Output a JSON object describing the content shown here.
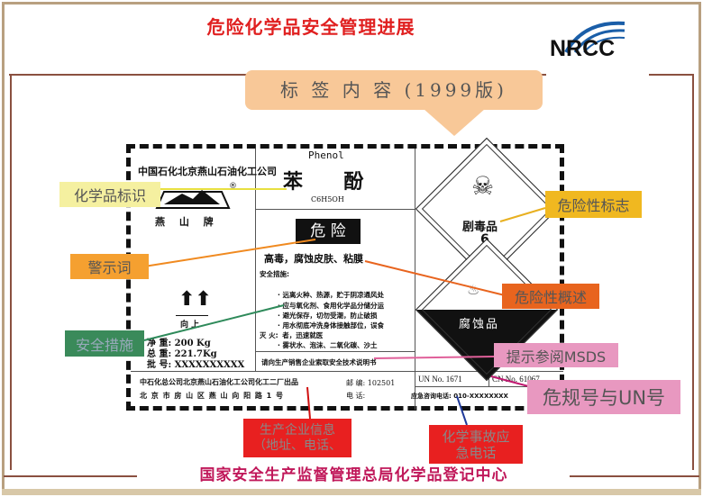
{
  "header": {
    "title": "危险化学品安全管理进展",
    "logo": "NRCC"
  },
  "callout": {
    "text": "标 签 内 容 (1999版)"
  },
  "label": {
    "company": "中国石化北京燕山石油化工公司",
    "brand": "燕 山 牌",
    "english_name": "Phenol",
    "chinese_name": "苯  酚",
    "formula": "C6H5OH",
    "signal_word": "危 险",
    "hazard_summary": "高毒，腐蚀皮肤、粘膜",
    "safety_title": "安全措施:",
    "safety_items": [
      "· 远离火种、热源，贮于阴凉通风处",
      "· 应与氧化剂、食用化学品分储分运",
      "· 避光保存，切勿受潮，防止破损",
      "· 用水彻底冲洗身体接触部位，误食",
      "  者，迅速就医"
    ],
    "fire_title": "灭  火:",
    "fire_items": [
      "· 雾状水、泡沫、二氧化碳、沙土"
    ],
    "msds_note": "请向生产销售企业索取安全技术说明书",
    "orientation": "向 上",
    "net_weight": "净    重: 200 Kg",
    "gross_weight": "总    重: 221.7Kg",
    "batch": "批    号: XXXXXXXXXX",
    "producer": "中石化总公司北京燕山石油化工公司化工二厂出品",
    "address": "北 京 市 房 山 区 燕 山 向 阳 路 1 号",
    "postcode": "邮  编: 102501",
    "phone": "电  话:",
    "un_no": "UN No.   1671",
    "cn_no": "CN No.   61067",
    "emergency": "应急咨询电话: 010-XXXXXXXX",
    "pictogram_toxic": "剧毒品",
    "pictogram_toxic_class": "6",
    "pictogram_corrosive": "腐蚀品"
  },
  "annotations": {
    "identity": "化学品标识",
    "hazard_sign": "危险性标志",
    "signal": "警示词",
    "summary": "危险性概述",
    "safety": "安全措施",
    "msds": "提示参阅MSDS",
    "un": "危规号与UN号",
    "producer": "生产企业信息（地址、电话、",
    "emergency": "化学事故应急电话"
  },
  "footer": {
    "text": "国家安全生产监督管理总局化学品登记中心"
  }
}
